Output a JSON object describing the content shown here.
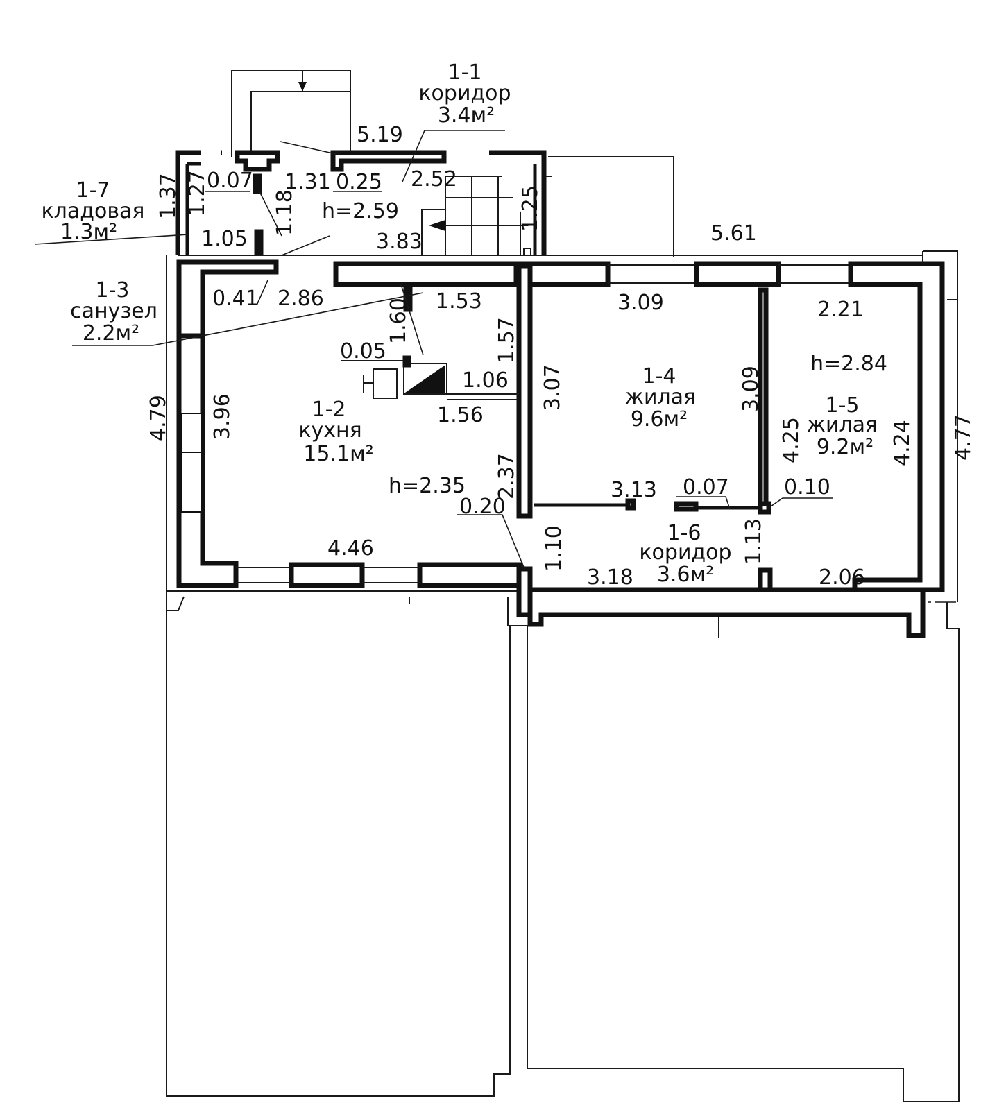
{
  "rooms": {
    "r1_1": {
      "code": "1-1",
      "name": "коридор",
      "area": "3.4м²"
    },
    "r1_2": {
      "code": "1-2",
      "name": "кухня",
      "area": "15.1м²"
    },
    "r1_3": {
      "code": "1-3",
      "name": "санузел",
      "area": "2.2м²"
    },
    "r1_4": {
      "code": "1-4",
      "name": "жилая",
      "area": "9.6м²"
    },
    "r1_5": {
      "code": "1-5",
      "name": "жилая",
      "area": "9.2м²"
    },
    "r1_6": {
      "code": "1-6",
      "name": "коридор",
      "area": "3.6м²"
    },
    "r1_7": {
      "code": "1-7",
      "name": "кладовая",
      "area": "1.3м²"
    }
  },
  "heights": {
    "entry": "h=2.59",
    "kitchen": "h=2.35",
    "room5": "h=2.84"
  },
  "dims": {
    "d519": "5.19",
    "d137": "1.37",
    "d127": "1.27",
    "d007a": "0.07",
    "d131": "1.31",
    "d025": "0.25",
    "d252": "2.52",
    "d118": "1.18",
    "d125": "1.25",
    "d105": "1.05",
    "d383": "3.83",
    "d561": "5.61",
    "d041": "0.41",
    "d286": "2.86",
    "d153": "1.53",
    "d160": "1.60",
    "d157": "1.57",
    "d309a": "3.09",
    "d221": "2.21",
    "d005": "0.05",
    "d106": "1.06",
    "d307": "3.07",
    "d309b": "3.09",
    "d479": "4.79",
    "d396": "3.96",
    "d156": "1.56",
    "d425": "4.25",
    "d424": "4.24",
    "d477": "4.77",
    "d237": "2.37",
    "d313": "3.13",
    "d007b": "0.07",
    "d010": "0.10",
    "d020": "0.20",
    "d110": "1.10",
    "d113": "1.13",
    "d446": "4.46",
    "d318": "3.18",
    "d206": "2.06"
  }
}
